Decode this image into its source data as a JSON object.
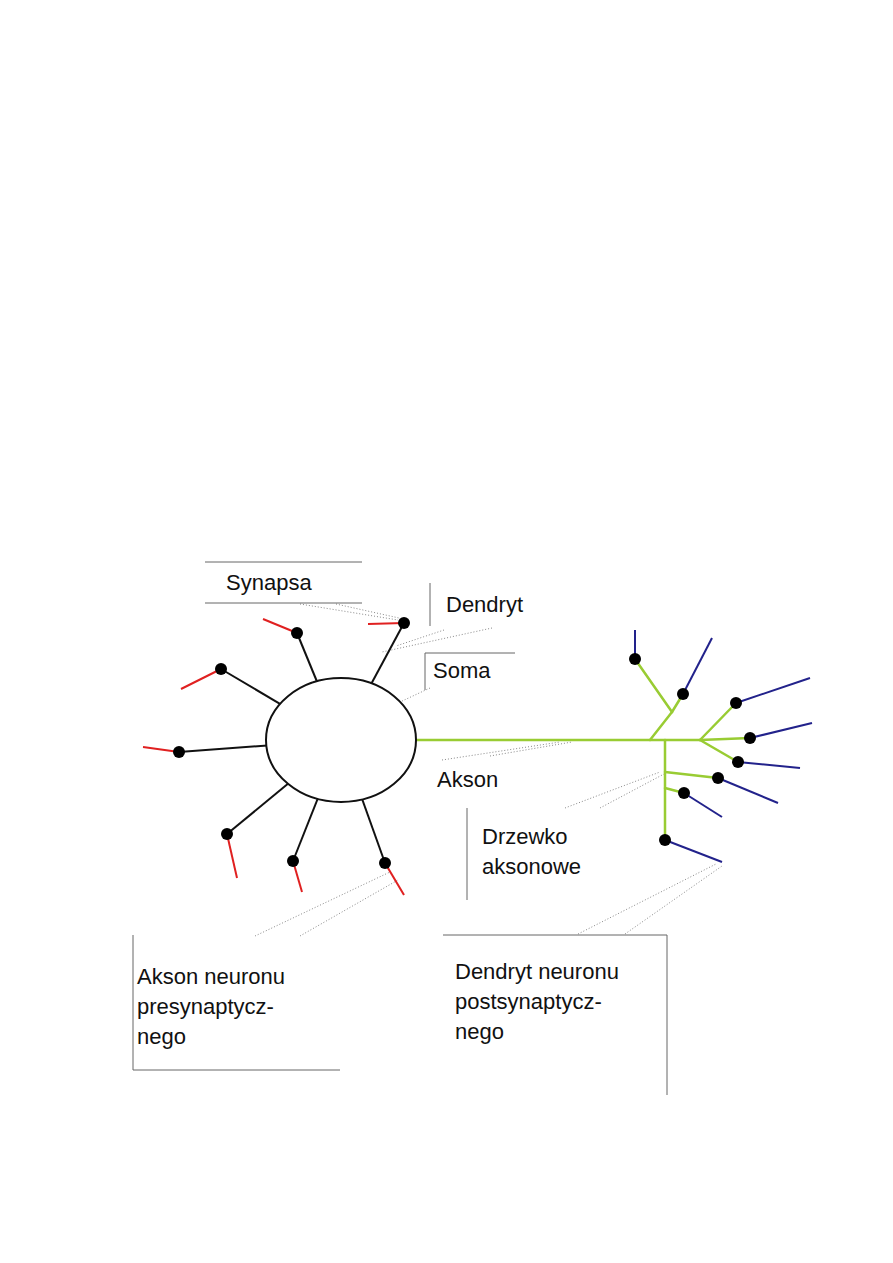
{
  "diagram": {
    "labels": [
      "Synapsa",
      "Dendryt",
      "Soma",
      "Akson",
      "Drzewko aksonowe",
      "Akson neuronu presynaptycz- nego",
      "Dendryt neuronu postsynaptycz- nego"
    ]
  }
}
